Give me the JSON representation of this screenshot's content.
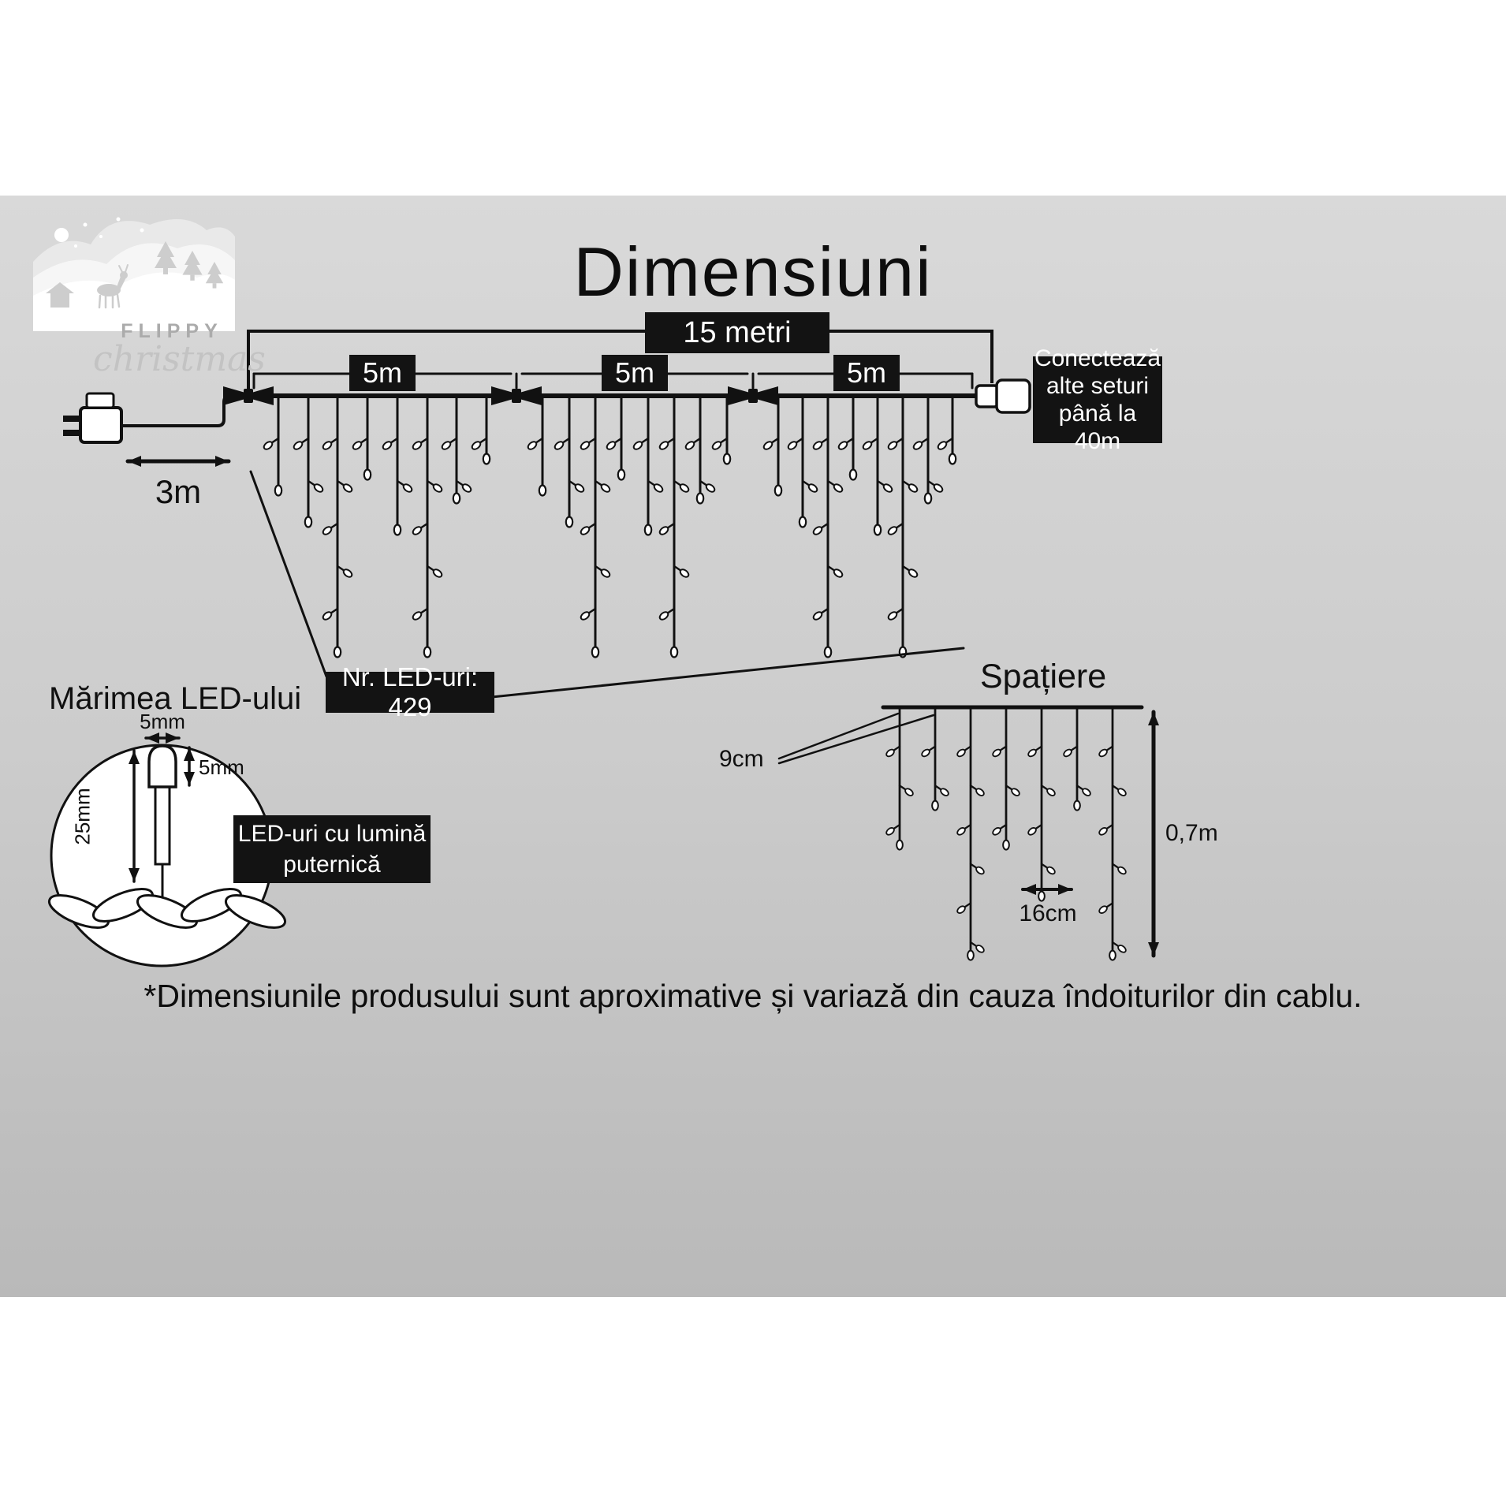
{
  "page": {
    "title": "Dimensiuni",
    "footer": "*Dimensiunile produsului sunt aproximative și variază din cauza îndoiturilor din cablu."
  },
  "brand": {
    "name_top": "FLIPPY",
    "name_script": "christmas"
  },
  "curtain": {
    "total_label": "15 metri",
    "section_labels": [
      "5m",
      "5m",
      "5m"
    ],
    "lead_label": "3m",
    "led_count_label": "Nr. LED-uri: 429",
    "connect_box_lines": [
      "Conectează",
      "alte seturi",
      "până la 40m"
    ]
  },
  "led_size": {
    "heading": "Mărimea LED-ului",
    "bulb_width": "5mm",
    "bulb_height": "5mm",
    "body_length": "25mm",
    "note_lines": [
      "LED-uri cu lumină",
      "puternică"
    ]
  },
  "spacing": {
    "heading": "Spațiere",
    "between_drops": "9cm",
    "between_leds": "16cm",
    "drop_height": "0,7m"
  },
  "colors": {
    "ink": "#111111",
    "panel_top": "#d9d9d9",
    "panel_bottom": "#b9b9b9",
    "label_bg": "#131313",
    "label_text": "#ffffff"
  }
}
